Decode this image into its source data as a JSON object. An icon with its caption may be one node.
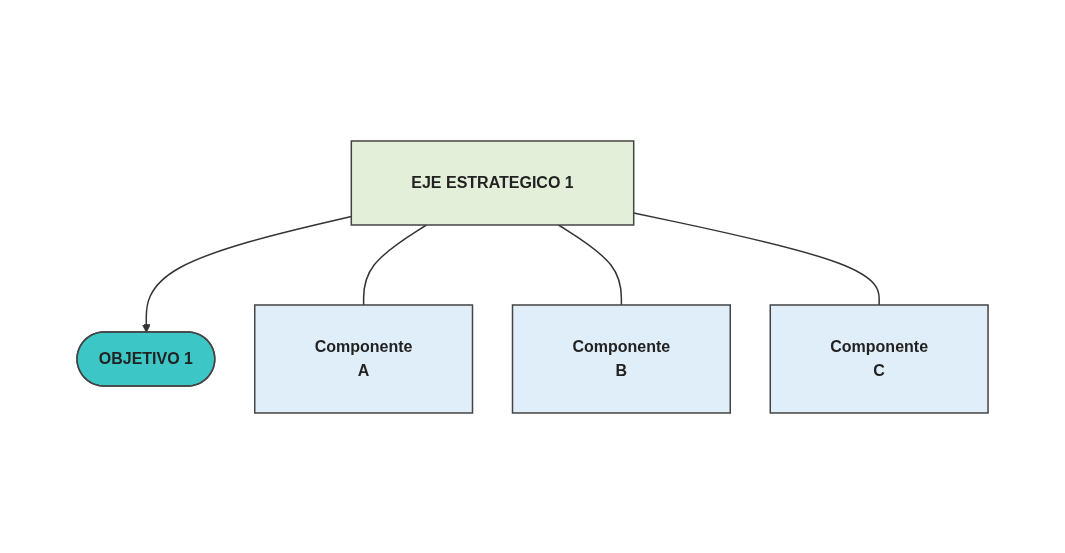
{
  "diagram": {
    "nodes": [
      {
        "text": [
          "EJE ESTRATEGICO 1"
        ]
      },
      {
        "text": [
          "OBJETIVO 1"
        ]
      },
      {
        "text": [
          "Componente",
          "A"
        ]
      },
      {
        "text": [
          "Componente",
          "B"
        ]
      },
      {
        "text": [
          "Componente",
          "C"
        ]
      }
    ],
    "edges": [
      {
        "from": 0,
        "to": 1,
        "arrow": "to"
      },
      {
        "from": 0,
        "to": 2,
        "arrow": "none"
      },
      {
        "from": 0,
        "to": 3,
        "arrow": "none"
      },
      {
        "from": 0,
        "to": 4,
        "arrow": "none"
      }
    ]
  }
}
